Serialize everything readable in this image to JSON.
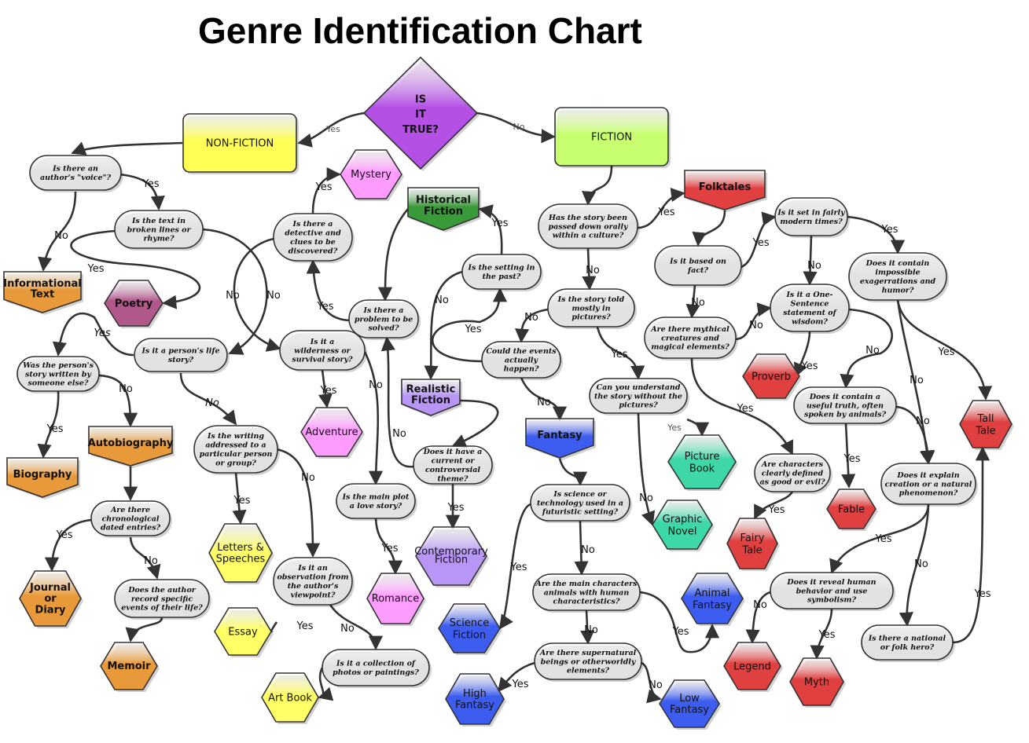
{
  "title": "Genre Identification Chart",
  "colors": {
    "question": "#e2e2e2",
    "nonfiction": "#ffff55",
    "fiction": "#c8ff70",
    "purple": "#b450e6",
    "orange": "#e89a3a",
    "pink": "#ff9cff",
    "yellow": "#ffff66",
    "green": "#3ed7a8",
    "red": "#e04040",
    "blue": "#3d5cf0",
    "lavender": "#b896f5",
    "darkgreen": "#3a9a3a",
    "mauve": "#b0588a"
  },
  "nodes": [
    {
      "id": "istrue",
      "label": "IS\nIT\nTRUE?"
    },
    {
      "id": "nonfiction",
      "label": "NON-FICTION"
    },
    {
      "id": "fiction",
      "label": "FICTION"
    },
    {
      "id": "q_voice",
      "label": "Is there an\nauthor's \"voice\"?"
    },
    {
      "id": "q_broken",
      "label": "Is the text in\nbroken lines or\nrhyme?"
    },
    {
      "id": "informational",
      "label": "Informational\nText"
    },
    {
      "id": "poetry",
      "label": "Poetry"
    },
    {
      "id": "q_lifestory",
      "label": "Is it a person's life\nstory?"
    },
    {
      "id": "q_written",
      "label": "Was the person's\nstory written by\nsomeone else?"
    },
    {
      "id": "biography",
      "label": "Biography"
    },
    {
      "id": "autobiography",
      "label": "Autobiography"
    },
    {
      "id": "q_chrono",
      "label": "Are there\nchronological\ndated entries?"
    },
    {
      "id": "journal",
      "label": "Journal\nor\nDiary"
    },
    {
      "id": "q_record",
      "label": "Does the author\nrecord specific\nevents of their life?"
    },
    {
      "id": "memoir",
      "label": "Memoir"
    },
    {
      "id": "q_addressed",
      "label": "Is the writing\naddressed to a\nparticular person\nor group?"
    },
    {
      "id": "letters",
      "label": "Letters &\nSpeeches"
    },
    {
      "id": "q_observation",
      "label": "Is it an\nobservation from\nthe author's\nviewpoint?"
    },
    {
      "id": "essay",
      "label": "Essay"
    },
    {
      "id": "q_collection",
      "label": "Is it a collection of\nphotos or paintings?"
    },
    {
      "id": "artbook",
      "label": "Art Book"
    },
    {
      "id": "q_detective",
      "label": "Is there a\ndetective and\nclues to be\ndiscovered?"
    },
    {
      "id": "mystery",
      "label": "Mystery"
    },
    {
      "id": "q_wilderness",
      "label": "Is it a\nwilderness or\nsurvival story?"
    },
    {
      "id": "adventure",
      "label": "Adventure"
    },
    {
      "id": "q_problem",
      "label": "Is there a\nproblem to be\nsolved?"
    },
    {
      "id": "q_love",
      "label": "Is the main plot\na love story?"
    },
    {
      "id": "romance",
      "label": "Romance"
    },
    {
      "id": "historical",
      "label": "Historical\nFiction"
    },
    {
      "id": "q_past",
      "label": "Is the setting in\nthe past?"
    },
    {
      "id": "q_events",
      "label": "Could the events\nactually\nhappen?"
    },
    {
      "id": "realistic",
      "label": "Realistic\nFiction"
    },
    {
      "id": "q_current",
      "label": "Does it have a\ncurrent or\ncontroversial\ntheme?"
    },
    {
      "id": "contemporary",
      "label": "Contemporary\nFiction"
    },
    {
      "id": "q_oral",
      "label": "Has the story been\npassed down orally\nwithin a culture?"
    },
    {
      "id": "folktales",
      "label": "Folktales"
    },
    {
      "id": "q_pictures",
      "label": "Is the story told\nmostly in\npictures?"
    },
    {
      "id": "q_understand",
      "label": "Can you understand\nthe story without the\npictures?"
    },
    {
      "id": "picturebook",
      "label": "Picture\nBook"
    },
    {
      "id": "graphicnovel",
      "label": "Graphic\nNovel"
    },
    {
      "id": "fantasy",
      "label": "Fantasy"
    },
    {
      "id": "q_science",
      "label": "Is science or\ntechnology used in a\nfuturistic setting?"
    },
    {
      "id": "scifi",
      "label": "Science\nFiction"
    },
    {
      "id": "q_animals",
      "label": "Are the main characters\nanimals with human\ncharacteristics?"
    },
    {
      "id": "animalfantasy",
      "label": "Animal\nFantasy"
    },
    {
      "id": "q_supernatural",
      "label": "Are there supernatural\nbeings or otherworldly\nelements?"
    },
    {
      "id": "highfantasy",
      "label": "High\nFantasy"
    },
    {
      "id": "lowfantasy",
      "label": "Low\nFantasy"
    },
    {
      "id": "q_fact",
      "label": "Is it based on\nfact?"
    },
    {
      "id": "q_mythical",
      "label": "Are there mythical\ncreatures and\nmagical elements?"
    },
    {
      "id": "q_modern",
      "label": "Is it set in fairly\nmodern times?"
    },
    {
      "id": "q_onesentence",
      "label": "Is it a One-\nSentence\nstatement of\nwisdom?"
    },
    {
      "id": "proverb",
      "label": "Proverb"
    },
    {
      "id": "q_useful",
      "label": "Does it contain a\nuseful truth, often\nspoken by animals?"
    },
    {
      "id": "fable",
      "label": "Fable"
    },
    {
      "id": "q_goodevil",
      "label": "Are characters\nclearly defined\nas good or evil?"
    },
    {
      "id": "fairytale",
      "label": "Fairy\nTale"
    },
    {
      "id": "q_exaggerations",
      "label": "Does it contain\nimpossible\nexagerrations and\nhumor?"
    },
    {
      "id": "talltale",
      "label": "Tall\nTale"
    },
    {
      "id": "q_creation",
      "label": "Does it explain\ncreation or a natural\nphenomenon?"
    },
    {
      "id": "q_behavior",
      "label": "Does it reveal human\nbehavior and use\nsymbolism?"
    },
    {
      "id": "legend",
      "label": "Legend"
    },
    {
      "id": "myth",
      "label": "Myth"
    },
    {
      "id": "q_hero",
      "label": "Is there a national\nor folk hero?"
    }
  ],
  "edges": [
    {
      "from": "istrue",
      "to": "nonfiction",
      "label": "Yes"
    },
    {
      "from": "istrue",
      "to": "fiction",
      "label": "No"
    },
    {
      "from": "nonfiction",
      "to": "q_voice",
      "label": ""
    },
    {
      "from": "q_voice",
      "to": "q_broken",
      "label": "Yes"
    },
    {
      "from": "q_voice",
      "to": "informational",
      "label": "No"
    },
    {
      "from": "q_broken",
      "to": "poetry",
      "label": "Yes"
    },
    {
      "from": "q_broken",
      "to": "q_lifestory",
      "label": "No"
    },
    {
      "from": "q_lifestory",
      "to": "q_written",
      "label": "Yes"
    },
    {
      "from": "q_lifestory",
      "to": "q_addressed",
      "label": "No"
    },
    {
      "from": "q_written",
      "to": "biography",
      "label": "Yes"
    },
    {
      "from": "q_written",
      "to": "autobiography",
      "label": "No"
    },
    {
      "from": "autobiography",
      "to": "q_chrono",
      "label": ""
    },
    {
      "from": "q_chrono",
      "to": "journal",
      "label": "Yes"
    },
    {
      "from": "q_chrono",
      "to": "q_record",
      "label": "No"
    },
    {
      "from": "q_record",
      "to": "memoir",
      "label": ""
    },
    {
      "from": "q_addressed",
      "to": "letters",
      "label": "Yes"
    },
    {
      "from": "q_addressed",
      "to": "q_observation",
      "label": "No"
    },
    {
      "from": "q_observation",
      "to": "essay",
      "label": "Yes"
    },
    {
      "from": "q_observation",
      "to": "q_collection",
      "label": "No"
    },
    {
      "from": "q_collection",
      "to": "artbook",
      "label": ""
    },
    {
      "from": "q_detective",
      "to": "mystery",
      "label": "Yes"
    },
    {
      "from": "q_detective",
      "to": "q_wilderness",
      "label": "No"
    },
    {
      "from": "q_problem",
      "to": "q_detective",
      "label": "Yes"
    },
    {
      "from": "q_wilderness",
      "to": "adventure",
      "label": "Yes"
    },
    {
      "from": "q_wilderness",
      "to": "q_love",
      "label": "No"
    },
    {
      "from": "q_love",
      "to": "romance",
      "label": "Yes"
    },
    {
      "from": "historical",
      "to": "q_problem",
      "label": ""
    },
    {
      "from": "q_past",
      "to": "historical",
      "label": "Yes"
    },
    {
      "from": "q_past",
      "to": "realistic",
      "label": "No"
    },
    {
      "from": "q_events",
      "to": "q_past",
      "label": "Yes"
    },
    {
      "from": "q_events",
      "to": "fantasy",
      "label": "No"
    },
    {
      "from": "realistic",
      "to": "q_current",
      "label": ""
    },
    {
      "from": "q_current",
      "to": "contemporary",
      "label": "Yes"
    },
    {
      "from": "q_current",
      "to": "q_problem",
      "label": "No"
    },
    {
      "from": "fiction",
      "to": "q_oral",
      "label": ""
    },
    {
      "from": "q_oral",
      "to": "folktales",
      "label": "Yes"
    },
    {
      "from": "q_oral",
      "to": "q_pictures",
      "label": "No"
    },
    {
      "from": "q_pictures",
      "to": "q_events",
      "label": "No"
    },
    {
      "from": "q_pictures",
      "to": "q_understand",
      "label": "Yes"
    },
    {
      "from": "q_understand",
      "to": "picturebook",
      "label": "Yes"
    },
    {
      "from": "q_understand",
      "to": "graphicnovel",
      "label": "No"
    },
    {
      "from": "fantasy",
      "to": "q_science",
      "label": ""
    },
    {
      "from": "q_science",
      "to": "scifi",
      "label": "Yes"
    },
    {
      "from": "q_science",
      "to": "q_animals",
      "label": "No"
    },
    {
      "from": "q_animals",
      "to": "animalfantasy",
      "label": "Yes"
    },
    {
      "from": "q_animals",
      "to": "q_supernatural",
      "label": "No"
    },
    {
      "from": "q_supernatural",
      "to": "highfantasy",
      "label": "Yes"
    },
    {
      "from": "q_supernatural",
      "to": "lowfantasy",
      "label": "No"
    },
    {
      "from": "folktales",
      "to": "q_fact",
      "label": ""
    },
    {
      "from": "q_fact",
      "to": "q_modern",
      "label": "Yes"
    },
    {
      "from": "q_fact",
      "to": "q_mythical",
      "label": "No"
    },
    {
      "from": "q_mythical",
      "to": "q_onesentence",
      "label": "No"
    },
    {
      "from": "q_mythical",
      "to": "q_goodevil",
      "label": "Yes"
    },
    {
      "from": "q_modern",
      "to": "q_onesentence",
      "label": "No"
    },
    {
      "from": "q_modern",
      "to": "q_exaggerations",
      "label": "Yes"
    },
    {
      "from": "q_onesentence",
      "to": "proverb",
      "label": "Yes"
    },
    {
      "from": "q_onesentence",
      "to": "q_useful",
      "label": "No"
    },
    {
      "from": "q_useful",
      "to": "fable",
      "label": "Yes"
    },
    {
      "from": "q_useful",
      "to": "q_creation",
      "label": "No"
    },
    {
      "from": "q_goodevil",
      "to": "fairytale",
      "label": "Yes"
    },
    {
      "from": "q_exaggerations",
      "to": "talltale",
      "label": "Yes"
    },
    {
      "from": "q_exaggerations",
      "to": "q_creation",
      "label": "No"
    },
    {
      "from": "q_creation",
      "to": "q_behavior",
      "label": "Yes"
    },
    {
      "from": "q_creation",
      "to": "q_hero",
      "label": "No"
    },
    {
      "from": "q_behavior",
      "to": "legend",
      "label": "No"
    },
    {
      "from": "q_behavior",
      "to": "myth",
      "label": "Yes"
    },
    {
      "from": "q_hero",
      "to": "talltale",
      "label": "Yes"
    }
  ]
}
